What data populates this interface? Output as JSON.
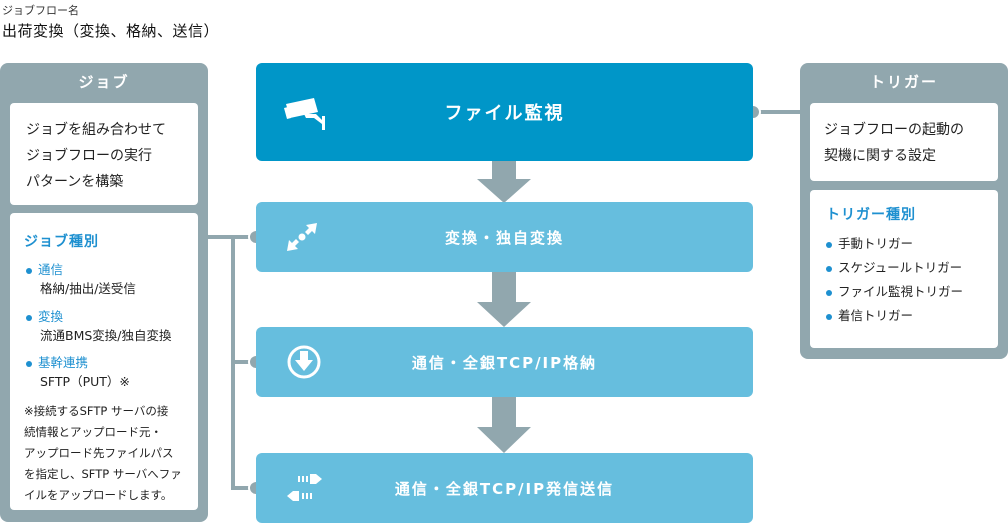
{
  "header": {
    "flow_label": "ジョブフロー名",
    "flow_name": "出荷変換（変換、格納、送信）"
  },
  "colors": {
    "panel": "#91a7ae",
    "main_step": "#0096c8",
    "sub_step": "#66bede",
    "accent": "#1e90d0",
    "connector": "#91a7ae"
  },
  "jobs_panel": {
    "title": "ジョブ",
    "description_lines": [
      "ジョブを組み合わせて",
      "ジョブフローの実行",
      "パターンを構築"
    ],
    "kinds_title": "ジョブ種別",
    "kinds": [
      {
        "name": "通信",
        "detail": "格納/抽出/送受信"
      },
      {
        "name": "変換",
        "detail": "流通BMS変換/独自変換"
      },
      {
        "name": "基幹連携",
        "detail": "SFTP（PUT）※"
      }
    ],
    "note_lines": [
      "※接続するSFTP サーバの接",
      "続情報とアップロード元・",
      "アップロード先ファイルパス",
      "を指定し、SFTP サーバへファ",
      "イルをアップロードします。"
    ]
  },
  "trigger_panel": {
    "title": "トリガー",
    "description_lines": [
      "ジョブフローの起動の",
      "契機に関する設定"
    ],
    "kinds_title": "トリガー種別",
    "kinds": [
      "手動トリガー",
      "スケジュールトリガー",
      "ファイル監視トリガー",
      "着信トリガー"
    ]
  },
  "flow_steps": [
    {
      "label": "ファイル監視",
      "icon": "security-camera-icon",
      "type": "trigger"
    },
    {
      "label": "変換・独自変換",
      "icon": "expand-arrows-icon",
      "type": "job"
    },
    {
      "label": "通信・全銀TCP/IP格納",
      "icon": "download-circle-icon",
      "type": "job"
    },
    {
      "label": "通信・全銀TCP/IP発信送信",
      "icon": "transfer-arrows-icon",
      "type": "job"
    }
  ]
}
